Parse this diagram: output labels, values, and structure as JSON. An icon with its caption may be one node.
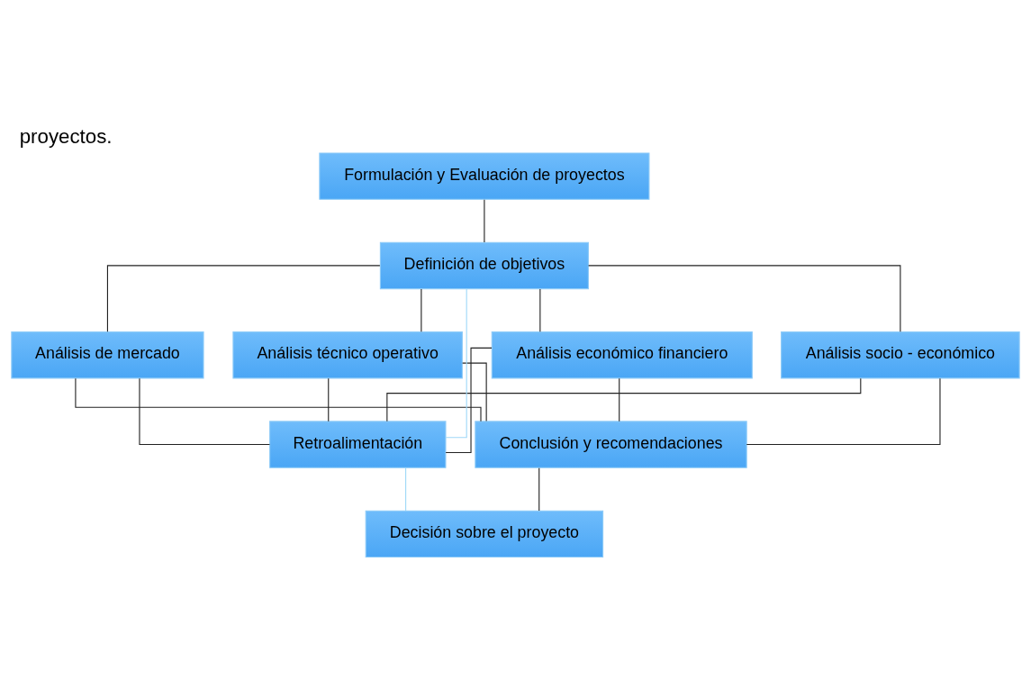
{
  "diagram": {
    "title": "proyectos.",
    "nodes": [
      {
        "text": [
          "Formulación y Evaluación de proyectos"
        ]
      },
      {
        "text": [
          "Definición de objetivos"
        ]
      },
      {
        "text": [
          "Análisis de mercado"
        ]
      },
      {
        "text": [
          "Análisis técnico operativo"
        ]
      },
      {
        "text": [
          "Análisis económico financiero"
        ]
      },
      {
        "text": [
          "Análisis socio - económico"
        ]
      },
      {
        "text": [
          "Retroalimentación"
        ]
      },
      {
        "text": [
          "Conclusión y recomendaciones"
        ]
      },
      {
        "text": [
          "Decisión sobre el proyecto"
        ]
      }
    ],
    "edges": [
      {
        "from": 0,
        "to": 1,
        "arrow": "none"
      },
      {
        "from": 1,
        "to": 2,
        "arrow": "none"
      },
      {
        "from": 1,
        "to": 3,
        "arrow": "none"
      },
      {
        "from": 1,
        "to": 4,
        "arrow": "none"
      },
      {
        "from": 1,
        "to": 5,
        "arrow": "none"
      },
      {
        "from": 2,
        "to": 6,
        "arrow": "none"
      },
      {
        "from": 3,
        "to": 6,
        "arrow": "none"
      },
      {
        "from": 4,
        "to": 6,
        "arrow": "none"
      },
      {
        "from": 5,
        "to": 6,
        "arrow": "none"
      },
      {
        "from": 2,
        "to": 7,
        "arrow": "none"
      },
      {
        "from": 3,
        "to": 7,
        "arrow": "none"
      },
      {
        "from": 4,
        "to": 7,
        "arrow": "none"
      },
      {
        "from": 5,
        "to": 7,
        "arrow": "none"
      },
      {
        "from": 6,
        "to": 1,
        "arrow": "none",
        "color": "#9fd8f8"
      },
      {
        "from": 6,
        "to": 8,
        "arrow": "none",
        "color": "#9fd8f8"
      },
      {
        "from": 7,
        "to": 8,
        "arrow": "none"
      }
    ]
  }
}
